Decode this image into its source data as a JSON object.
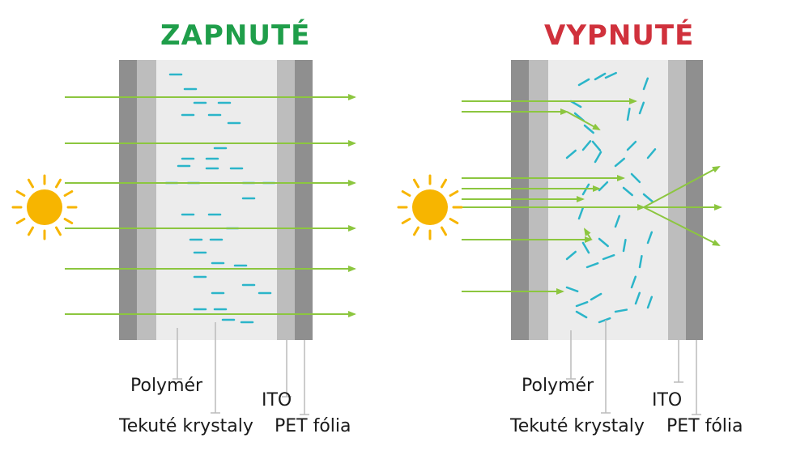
{
  "colors": {
    "on_title": "#1f9e4a",
    "off_title": "#d0313c",
    "light_ray": "#8cc63f",
    "crystal": "#2bb5c9",
    "sun": "#f7b500",
    "polymer": "#e6e6e6",
    "ito": "#bdbdbd",
    "pet": "#8f8f8f"
  },
  "panel_on": {
    "title": "ZAPNUTÉ",
    "labels": {
      "polymer": "Polymér",
      "liquid_crystals": "Tekuté krystaly",
      "ito": "ITO",
      "pet_foil": "PET fólia"
    }
  },
  "panel_off": {
    "title": "VYPNUTÉ",
    "labels": {
      "polymer": "Polymér",
      "liquid_crystals": "Tekuté krystaly",
      "ito": "ITO",
      "pet_foil": "PET fólia"
    }
  },
  "icons": [
    "sun-icon",
    "arrow-icon"
  ]
}
